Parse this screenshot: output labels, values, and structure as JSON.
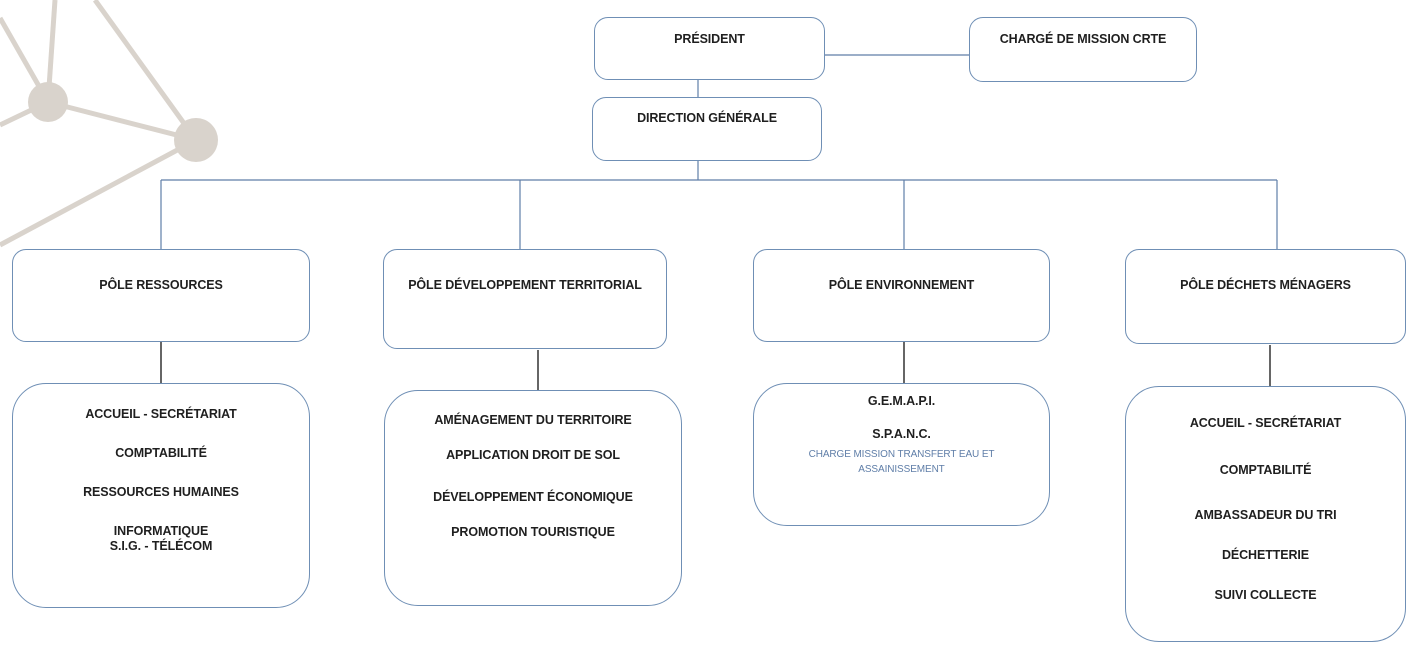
{
  "colors": {
    "border": "#6f8fb5",
    "line": "#5f7ea8",
    "note": "#5f7ea8",
    "decor": "#d9d3cc"
  },
  "decoration": "network-nodes-motif",
  "org_chart": {
    "president": "PRÉSIDENT",
    "charge_mission": "CHARGÉ DE MISSION CRTE",
    "direction": "DIRECTION GÉNÉRALE",
    "poles": [
      {
        "title": "PÔLE RESSOURCES",
        "services": [
          "ACCUEIL - SECRÉTARIAT",
          "COMPTABILITÉ",
          "RESSOURCES HUMAINES",
          "INFORMATIQUE",
          "S.I.G. - TÉLÉCOM"
        ]
      },
      {
        "title": "PÔLE DÉVELOPPEMENT TERRITORIAL",
        "services": [
          "AMÉNAGEMENT DU TERRITOIRE",
          "APPLICATION DROIT DE SOL",
          "DÉVELOPPEMENT ÉCONOMIQUE",
          "PROMOTION TOURISTIQUE"
        ]
      },
      {
        "title": "PÔLE ENVIRONNEMENT",
        "services": [
          "G.E.M.A.P.I.",
          "S.P.A.N.C."
        ],
        "note": [
          "CHARGE MISSION TRANSFERT EAU ET",
          "ASSAINISSEMENT"
        ]
      },
      {
        "title": "PÔLE DÉCHETS MÉNAGERS",
        "services": [
          "ACCUEIL - SECRÉTARIAT",
          "COMPTABILITÉ",
          "AMBASSADEUR DU TRI",
          "DÉCHETTERIE",
          "SUIVI COLLECTE"
        ]
      }
    ]
  }
}
